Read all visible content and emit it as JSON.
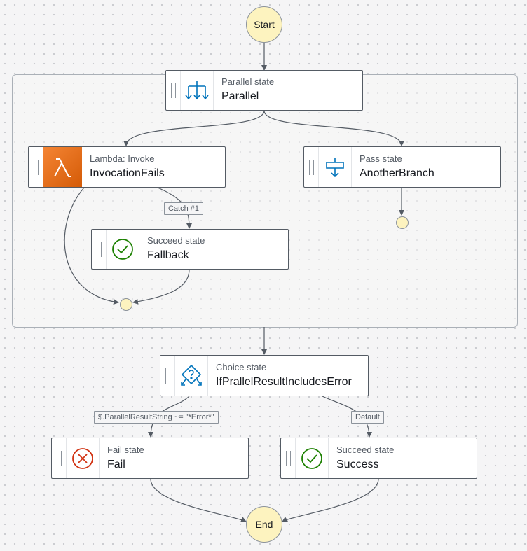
{
  "start": {
    "label": "Start"
  },
  "end": {
    "label": "End"
  },
  "states": {
    "parallel": {
      "type": "Parallel state",
      "name": "Parallel",
      "icon": "parallel-icon"
    },
    "invocation": {
      "type": "Lambda: Invoke",
      "name": "InvocationFails",
      "icon": "lambda-icon"
    },
    "another": {
      "type": "Pass state",
      "name": "AnotherBranch",
      "icon": "pass-icon"
    },
    "fallback": {
      "type": "Succeed state",
      "name": "Fallback",
      "icon": "check-icon"
    },
    "choice": {
      "type": "Choice state",
      "name": "IfPrallelResultIncludesError",
      "icon": "choice-icon"
    },
    "fail": {
      "type": "Fail state",
      "name": "Fail",
      "icon": "x-icon"
    },
    "success": {
      "type": "Succeed state",
      "name": "Success",
      "icon": "check-icon"
    }
  },
  "edge_labels": {
    "catch": "Catch #1",
    "condition": "$.ParallelResultString ~= \"*Error*\"",
    "default": "Default"
  },
  "colors": {
    "lambda": "#e8700f",
    "pass": "#0073bb",
    "success": "#1d8102",
    "fail": "#d13212",
    "terminal": "#fdf3bf",
    "edge": "#545b64"
  }
}
